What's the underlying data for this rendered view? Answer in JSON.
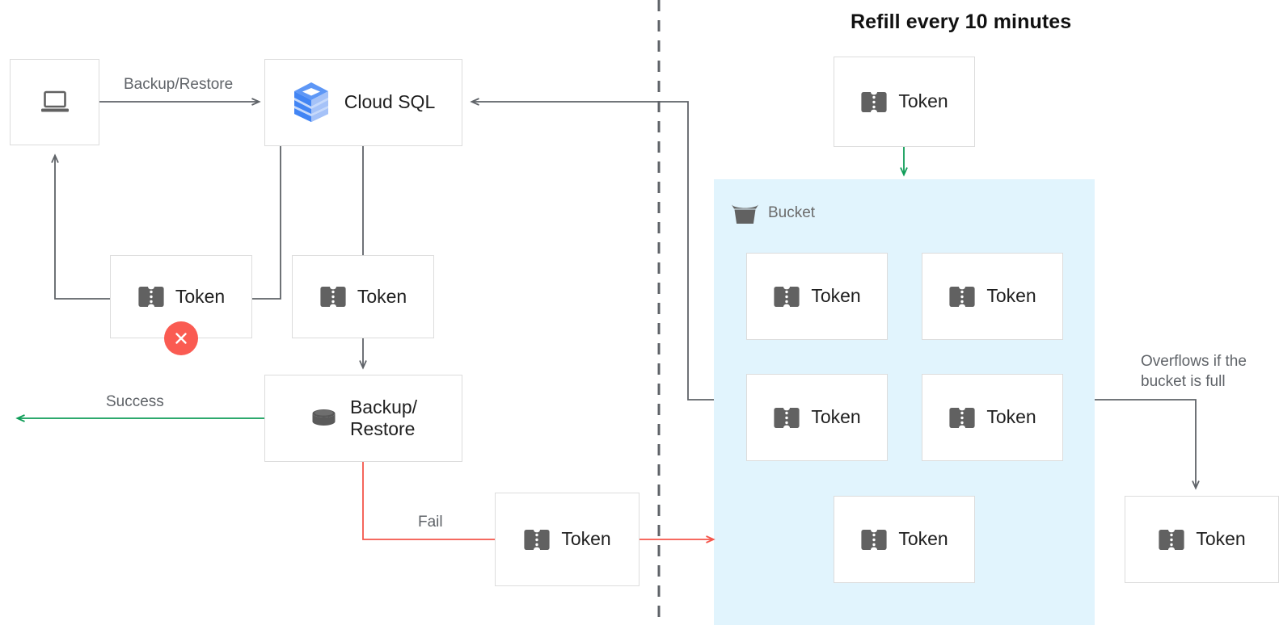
{
  "diagram": {
    "title_top_right": "Refill every 10 minutes",
    "colors": {
      "bucket_fill": "#E1F4FD",
      "edge_default": "#5f6368",
      "edge_success": "#0F9D58",
      "edge_fail": "#F4554A",
      "refill_arrow": "#0F9D58",
      "error_badge": "#FA5B52",
      "box_border": "#DCDCDC",
      "token_icon": "#616161",
      "cloudsql_blue": "#4285F4",
      "text_muted": "#5f6368"
    },
    "left_section": {
      "client_node": {
        "icon": "laptop-icon",
        "label": ""
      },
      "cloudsql_node": {
        "icon": "cloud-sql-icon",
        "label": "Cloud SQL"
      },
      "token_failed": {
        "icon": "token-icon",
        "label": "Token",
        "badge": "error-x-icon"
      },
      "token_consumed": {
        "icon": "token-icon",
        "label": "Token"
      },
      "backup_restore_node": {
        "icon": "database-icon",
        "label": "Backup/\nRestore"
      },
      "token_fail_path": {
        "icon": "token-icon",
        "label": "Token"
      }
    },
    "right_section": {
      "token_refill": {
        "icon": "token-icon",
        "label": "Token"
      },
      "bucket": {
        "icon": "bucket-icon",
        "label": "Bucket",
        "tokens": [
          {
            "icon": "token-icon",
            "label": "Token"
          },
          {
            "icon": "token-icon",
            "label": "Token"
          },
          {
            "icon": "token-icon",
            "label": "Token"
          },
          {
            "icon": "token-icon",
            "label": "Token"
          },
          {
            "icon": "token-icon",
            "label": "Token"
          }
        ]
      },
      "token_overflow": {
        "icon": "token-icon",
        "label": "Token"
      }
    },
    "edge_labels": {
      "backup_restore": "Backup/Restore",
      "success": "Success",
      "fail": "Fail",
      "overflow": "Overflows if the\nbucket is full"
    }
  }
}
